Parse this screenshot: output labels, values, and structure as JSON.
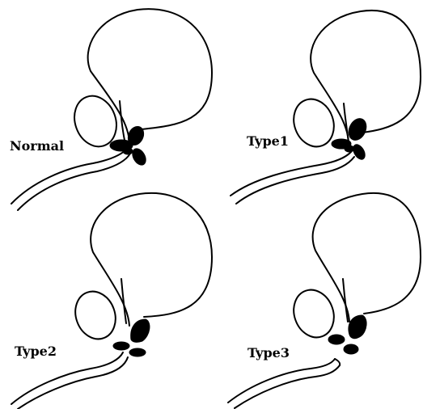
{
  "panels": [
    {
      "label": "Normal"
    },
    {
      "label": "Type1"
    },
    {
      "label": "Type2"
    },
    {
      "label": "Type3"
    }
  ]
}
